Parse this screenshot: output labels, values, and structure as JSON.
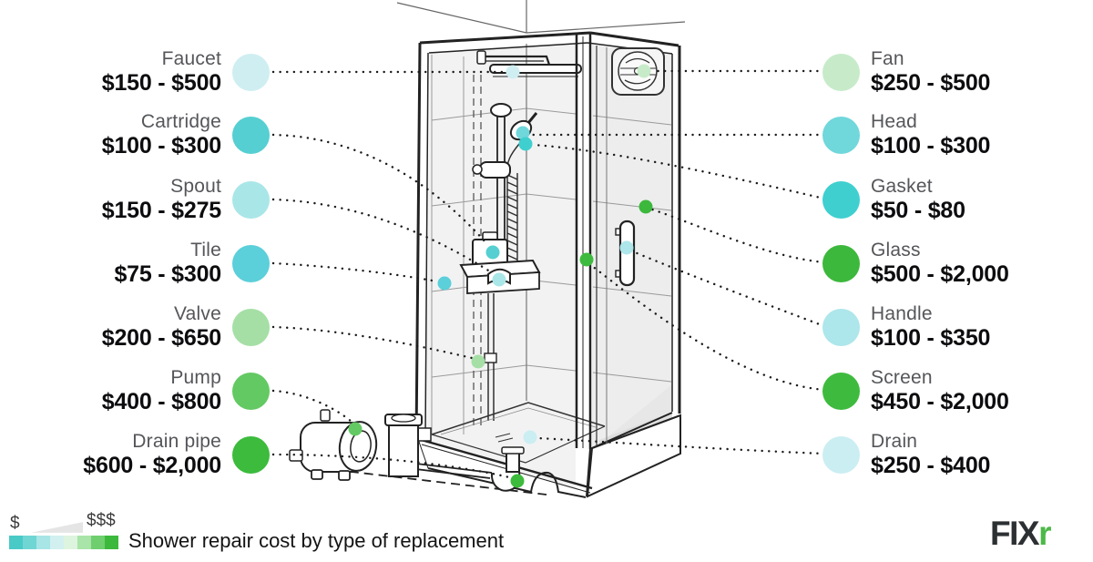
{
  "title": "Shower repair cost by type of replacement",
  "legend": {
    "low_label": "$",
    "high_label": "$$$",
    "swatches": [
      "#49cac7",
      "#70d6d4",
      "#a7e5e6",
      "#d2f0f0",
      "#ddf4df",
      "#a9e4a9",
      "#6fcf6f",
      "#3cb93c"
    ]
  },
  "logo": {
    "text_main": "FIX",
    "text_accent": "r",
    "accent_color": "#4cb848"
  },
  "parts": {
    "left": [
      {
        "id": "faucet",
        "label": "Faucet",
        "price": "$150 - $500",
        "color": "#cfeef1"
      },
      {
        "id": "cartridge",
        "label": "Cartridge",
        "price": "$100 - $300",
        "color": "#55cfd1"
      },
      {
        "id": "spout",
        "label": "Spout",
        "price": "$150 - $275",
        "color": "#a9e6e8"
      },
      {
        "id": "tile",
        "label": "Tile",
        "price": "$75 - $300",
        "color": "#5bcfda"
      },
      {
        "id": "valve",
        "label": "Valve",
        "price": "$200 - $650",
        "color": "#a5dfa5"
      },
      {
        "id": "pump",
        "label": "Pump",
        "price": "$400 - $800",
        "color": "#63c963"
      },
      {
        "id": "drain_pipe",
        "label": "Drain pipe",
        "price": "$600 - $2,000",
        "color": "#3cbb3c"
      }
    ],
    "right": [
      {
        "id": "fan",
        "label": "Fan",
        "price": "$250 - $500",
        "color": "#c7ebc9"
      },
      {
        "id": "head",
        "label": "Head",
        "price": "$100 - $300",
        "color": "#70d7db"
      },
      {
        "id": "gasket",
        "label": "Gasket",
        "price": "$50 - $80",
        "color": "#3fcfcf"
      },
      {
        "id": "glass",
        "label": "Glass",
        "price": "$500 - $2,000",
        "color": "#3cb83c"
      },
      {
        "id": "handle",
        "label": "Handle",
        "price": "$100 - $350",
        "color": "#ade6eb"
      },
      {
        "id": "screen",
        "label": "Screen",
        "price": "$450 - $2,000",
        "color": "#3ebb3e"
      },
      {
        "id": "drain",
        "label": "Drain",
        "price": "$250 - $400",
        "color": "#cbeef2"
      }
    ]
  }
}
